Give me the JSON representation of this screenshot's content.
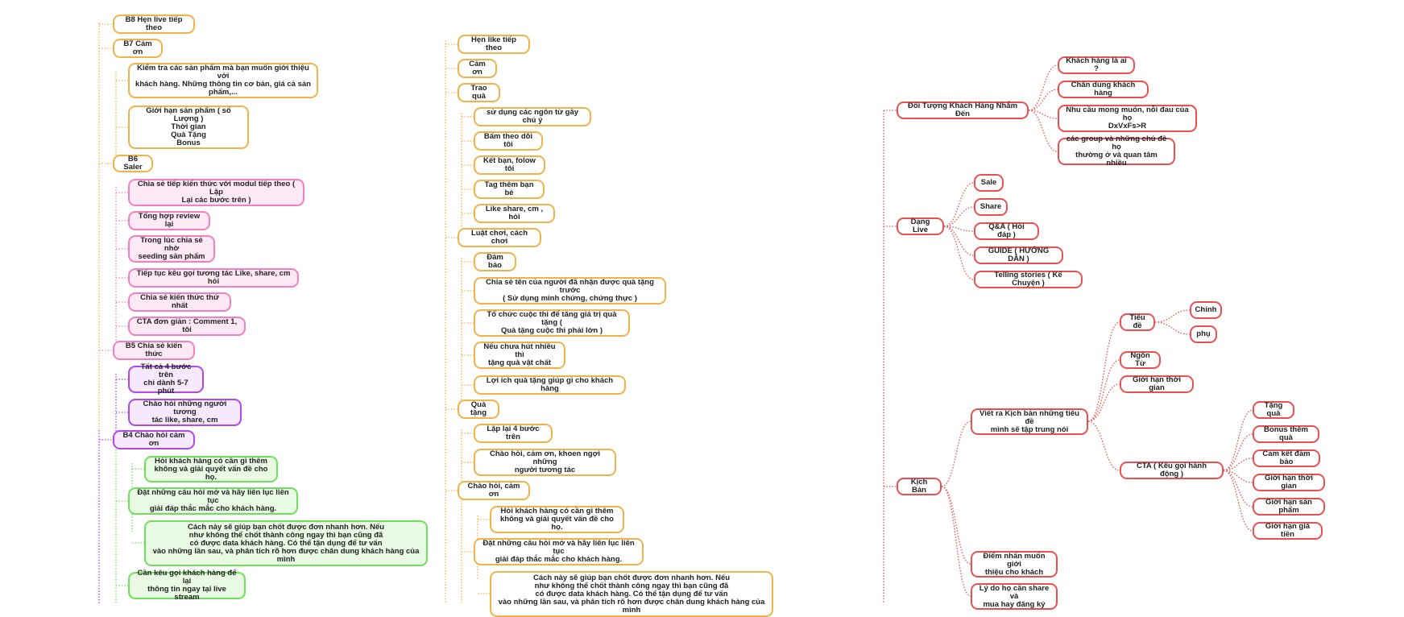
{
  "colors": {
    "orange": "#f2b24a",
    "pink": "#f27fbf",
    "purple": "#b148e8",
    "green": "#6ee05c",
    "red": "#ea5050"
  },
  "col1": {
    "b8": "B8 Hẹn live tiếp theo",
    "b7": "B7 Cảm ơn",
    "b6_kiem_tra": "Kiểm tra các sản phẩm mà bạn muốn giới thiệu với\nkhách hàng. Những thông tin cơ bản, giá cả sản\nphẩm,...",
    "b6_gioi_han": "Giới hạn sản phẩm ( số Lượng )\nThời gian\nQuà Tặng\nBonus",
    "b6": "B6 Saler",
    "b5_chia_se_tiep": "Chia sẻ tiếp kiến thức với modul tiếp theo ( Lặp\nLại các bước trên )",
    "b5_tong_hop": "Tổng hợp review lại",
    "b5_trong_luc": "Trong lúc chia sẻ nhờ\nseeding sản phẩm",
    "b5_tiep_tuc": "Tiếp tục kêu gọi tương tác Like, share, cm hỏi",
    "b5_thu_nhat": "Chia sẻ kiến thức thứ nhất",
    "b5_cta": "CTA đơn giản : Comment 1, tôi",
    "b5": "B5 Chia sẻ kiến thức",
    "b4_tat_ca": "Tất cả 4 bước trên\nchỉ dành 5-7 phút",
    "b4_chao_hoi": "Chào hỏi những người tương\ntác like, share, cm",
    "b4": "B4 Chào hỏi cảm ơn",
    "g_hoi": "Hỏi khách hàng có cần gì thêm\nkhông và giải quyết vấn đề cho họ.",
    "g_dat": "Đặt những câu hỏi mở và hãy liên lục liên tục\ngiải đáp thắc mắc cho khách hàng.",
    "g_cach": "Cách này sẽ giúp bạn chốt được đơn nhanh hơn. Nếu\nnhư không thể chốt thành công ngay thì bạn cũng đã\ncó được data khách hàng. Có thể tận dụng để tư vấn\nvào những lần sau, và phân tích rõ hơn được chân dung khách hàng của mình",
    "g_can": "Cần kêu gọi khách hàng để lại\nthông tin ngay tại live stream"
  },
  "col2": {
    "hen_like": "Hẹn like tiếp theo",
    "cam_on": "Cảm ơn",
    "trao_qua": "Trao quà",
    "su_dung": "sử dụng các ngôn từ gây chú ý",
    "bam": "Bấm theo dõi tôi",
    "ket_ban": "Kết bạn, folow tôi",
    "tag": "Tag thêm bạn bè",
    "like_share": "Like share, cm , hỏi",
    "luat_choi": "Luật chơi, cách chơi",
    "dam_bao": "Đảm bảo",
    "chia_se_ten": "Chia sẻ tên của người đã nhận được quà tặng trước\n( Sử dụng minh chứng, chứng thực )",
    "to_chuc": "Tổ chức cuộc thi để tăng giá trị quà tặng (\nQuà tặng cuộc thi phải lớn )",
    "neu_chua": "Nếu chưa hút nhiều thì\ntặng quà vật chất",
    "loi_ich": "Lợi ích quà tặng giúp gì cho khách hàng",
    "qua_tang": "Quà tặng",
    "lap_lai": "Lặp lại 4 bước trên",
    "chao_khen": "Chào hỏi, cảm ơn, khoen ngợi những\nngười tương tác",
    "chao_cam_on": "Chào hỏi, cảm ơn",
    "hoi": "Hỏi khách hàng có cần gì thêm\nkhông và giải quyết vấn đề cho họ.",
    "dat": "Đặt những câu hỏi mở và hãy liên lục liên tục\ngiải đáp thắc mắc cho khách hàng.",
    "cach": "Cách này sẽ giúp bạn chốt được đơn nhanh hơn. Nếu\nnhư không thể chốt thành công ngay thì bạn cũng đã\ncó được data khách hàng. Có thể tận dụng để tư vấn\nvào những lần sau, và phân tích rõ hơn được chân dung khách hàng của mình"
  },
  "col3": {
    "doi_tuong": "Đối Tượng Khách Hàng Nhắm Đến",
    "khach_hang_la_ai": "Khách hàng là ai ?",
    "chan_dung": "Chân dung khách hàng",
    "nhu_cau": "Nhu cầu mong muốn, nỗi đau của họ\nDxVxFs>R",
    "cac_group": "các group và những chủ đề họ\nthường ở và quan tâm nhiều",
    "dang_live": "Dạng Live",
    "sale": "Sale",
    "share": "Share",
    "qa": "Q&A ( Hỏi đáp )",
    "guide": "GUIDE ( HƯỚNG DẪN )",
    "telling": "Telling stories ( Kể Chuyện )",
    "kich_ban": "Kịch Bản",
    "viet_ra": "Viết ra Kịch bản những tiêu đề\nmình sẽ tập trung nói",
    "tieu_de": "Tiêu đề",
    "chinh": "Chính",
    "phu": "phụ",
    "ngon_tu": "Ngôn Từ",
    "gioi_han_tg": "Giới hạn thời gian",
    "cta": "CTA ( Kêu gọi hành động )",
    "tang_qua": "Tặng quà",
    "bonus": "Bonus thêm quà",
    "cam_ket": "Cam kết đảm bảo",
    "gh_thoi_gian": "Giới hạn thời gian",
    "gh_san_pham": "Giới hạn sản phẩm",
    "gh_gia_tien": "Giới hạn giá tiền",
    "diem_nhan": "Điểm nhấn muốn giới\nthiệu cho khách",
    "ly_do": "Lý do họ cần share và\nmua hay đăng ký"
  }
}
